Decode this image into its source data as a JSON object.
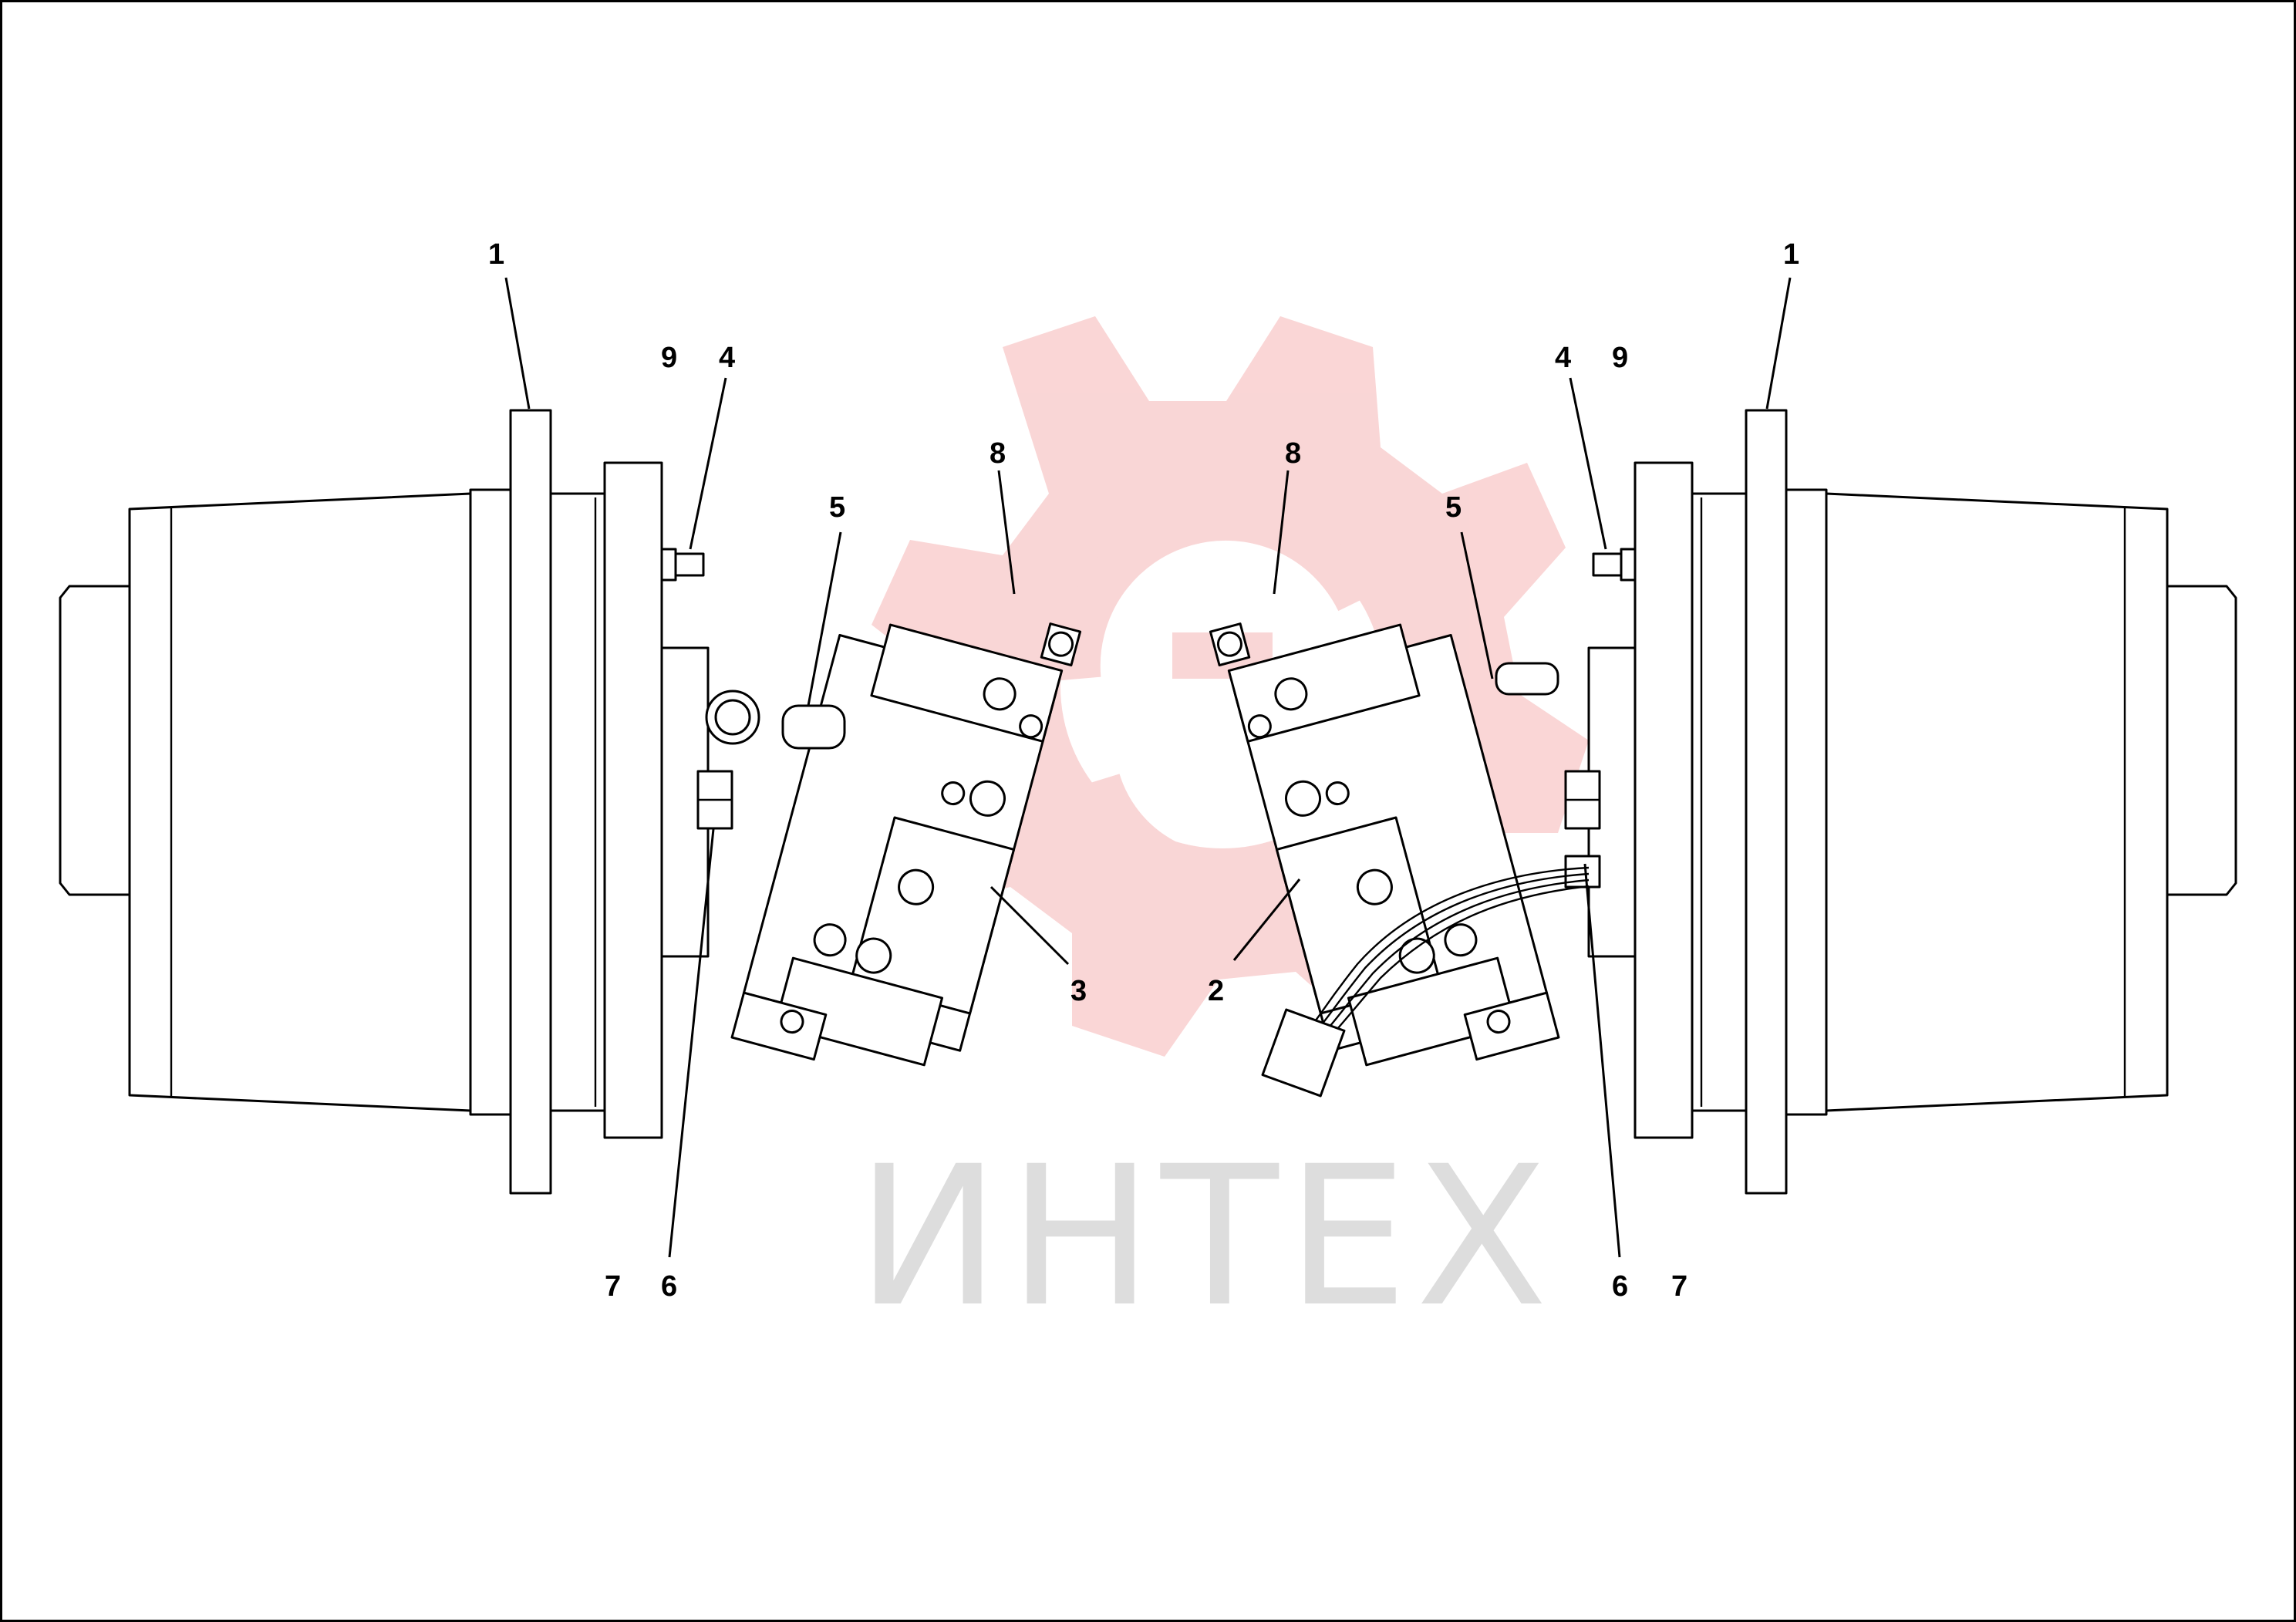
{
  "watermark": {
    "text": "ИНТЕХ",
    "gear_color": "#f5b5b5",
    "text_color": "#dddddd"
  },
  "callouts": {
    "left": {
      "c1": "1",
      "c9": "9",
      "c4": "4",
      "c5": "5",
      "c8": "8",
      "c3": "3",
      "c7": "7",
      "c6": "6"
    },
    "right": {
      "c1": "1",
      "c4": "4",
      "c9": "9",
      "c5": "5",
      "c8": "8",
      "c2": "2",
      "c6": "6",
      "c7": "7"
    }
  },
  "colors": {
    "line": "#000000",
    "background": "#ffffff"
  }
}
